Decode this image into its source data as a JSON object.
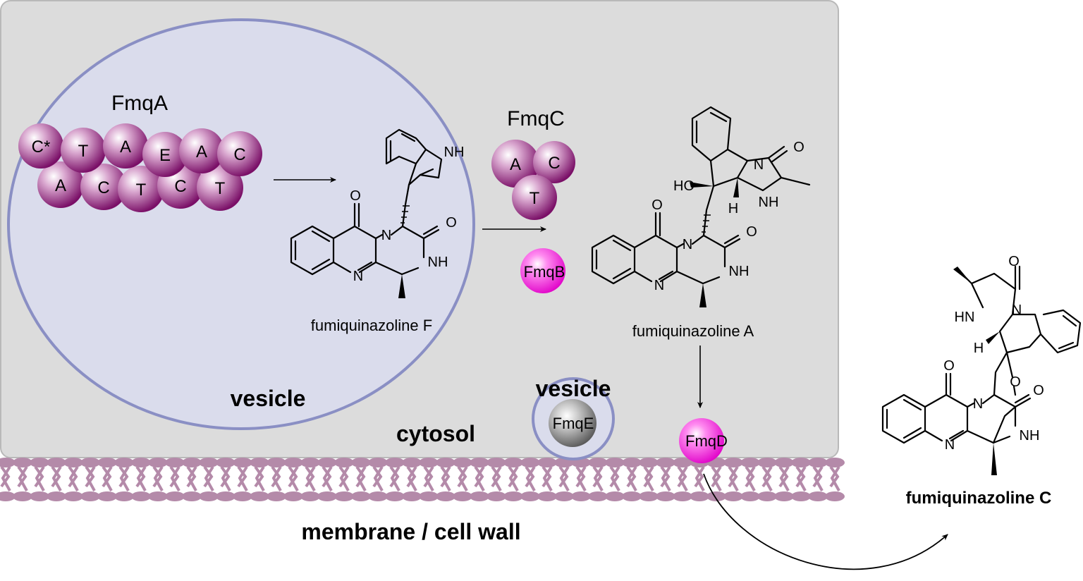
{
  "labels": {
    "cytosol": "cytosol",
    "membrane": "membrane / cell wall",
    "vesicle_large": "vesicle",
    "vesicle_small": "vesicle"
  },
  "enzymes": {
    "fmqA": "FmqA",
    "fmqB": "FmqB",
    "fmqC": "FmqC",
    "fmqD": "FmqD",
    "fmqE": "FmqE"
  },
  "fmqA_domains_top": [
    "C*",
    "T",
    "A",
    "E",
    "A",
    "C"
  ],
  "fmqA_domains_bottom": [
    "A",
    "C",
    "T",
    "C",
    "T"
  ],
  "fmqC_domains": [
    "A",
    "C",
    "T"
  ],
  "compounds": {
    "f": "fumiquinazoline F",
    "a": "fumiquinazoline A",
    "c": "fumiquinazoline C"
  },
  "atoms": {
    "O": "O",
    "N": "N",
    "NH": "NH",
    "HN": "HN",
    "H": "H",
    "HO": "HO"
  },
  "colors": {
    "cell_fill": "#dcdcdc",
    "cell_border": "#b9b9b9",
    "vesicle_fill": "#dadcec",
    "vesicle_border": "#8a8fc4",
    "module_purple": "#8b1a78",
    "fmq_magenta": "#f014d6",
    "fmqE_grey": "#8a8a8a",
    "membrane": "#b48aa9"
  }
}
